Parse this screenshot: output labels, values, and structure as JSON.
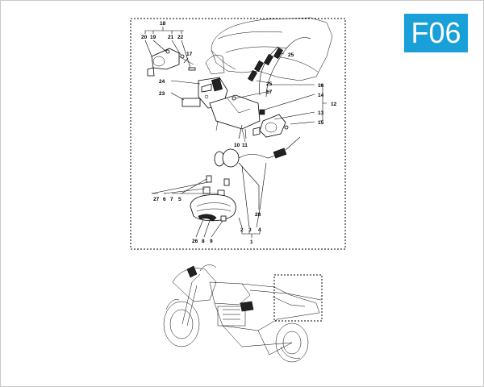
{
  "page": {
    "code": "F06",
    "accent_color": "#1aa0d8"
  },
  "callouts": {
    "c18": "18",
    "c20": "20",
    "c19": "19",
    "c21": "21",
    "c22": "22",
    "c17a": "17",
    "c24": "24",
    "c23": "23",
    "c25a": "25",
    "c25b": "25",
    "c17b": "17",
    "c16": "16",
    "c14": "14",
    "c12": "12",
    "c13": "13",
    "c15": "15",
    "c10": "10",
    "c11": "11",
    "c27": "27",
    "c6": "6",
    "c7": "7",
    "c5": "5",
    "c28": "28",
    "c2": "2",
    "c3": "3",
    "c4": "4",
    "c1": "1",
    "c26": "26",
    "c8": "8",
    "c9": "9"
  }
}
